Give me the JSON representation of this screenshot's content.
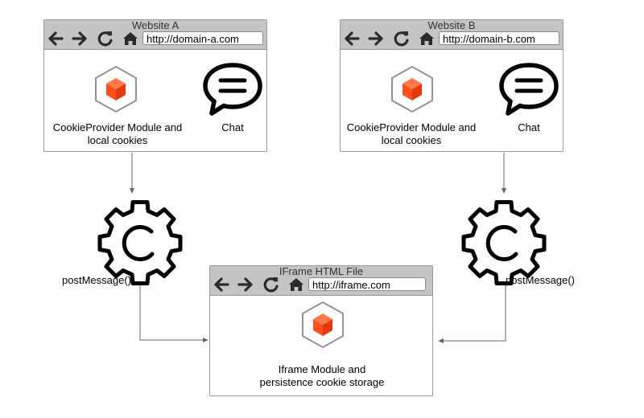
{
  "website_a": {
    "title": "Website A",
    "url": "http://domain-a.com",
    "module_label": "CookieProvider Module and local cookies",
    "chat_label": "Chat"
  },
  "website_b": {
    "title": "Website B",
    "url": "http://domain-b.com",
    "module_label": "CookieProvider Module and local cookies",
    "chat_label": "Chat"
  },
  "iframe": {
    "title": "IFrame HTML File",
    "url": "http://iframe.com",
    "module_label": "Iframe Module and persistence cookie storage"
  },
  "connectors": {
    "left_label": "postMessage()",
    "right_label": "postMessage()"
  },
  "colors": {
    "module_cube": "#ff4f1f",
    "titlebar": "#c4c4c4",
    "line": "#666666"
  },
  "icons": [
    "arrow-left-icon",
    "arrow-right-icon",
    "reload-icon",
    "home-icon",
    "cube-module-icon",
    "chat-bubble-icon",
    "gear-icon"
  ]
}
